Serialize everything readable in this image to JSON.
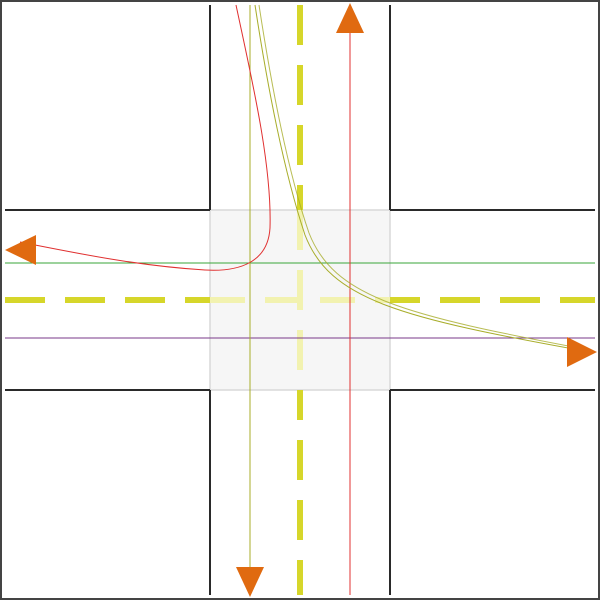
{
  "scene": {
    "kind": "intersection-diagram",
    "background_color": "#ffffff",
    "frame_color": "#444444",
    "road_edge_color": "#2a2a2a",
    "center_line_color": "#d6d62a",
    "intersection_fill": "#f4f4f4",
    "arrow_color": "#e06a10",
    "line_colors": {
      "red": "#e03030",
      "olive": "#a8ad2a",
      "green": "#3aa63a",
      "purple": "#7a3a8a"
    },
    "arrows": [
      {
        "name": "arrow-up",
        "direction": "up"
      },
      {
        "name": "arrow-down",
        "direction": "down"
      },
      {
        "name": "arrow-left",
        "direction": "left"
      },
      {
        "name": "arrow-right",
        "direction": "right"
      }
    ]
  }
}
